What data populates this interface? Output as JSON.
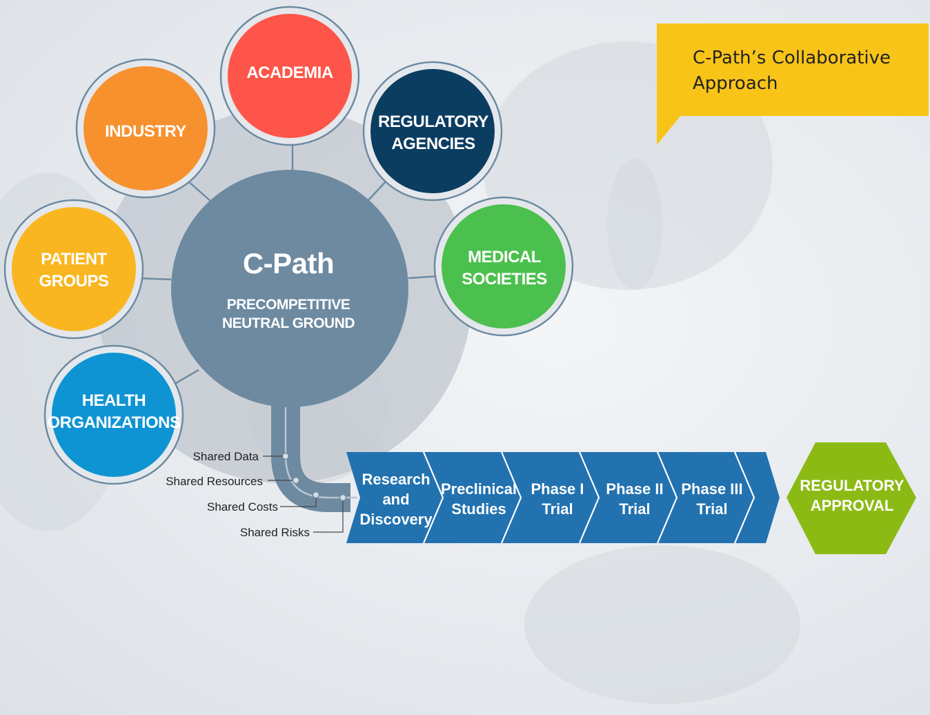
{
  "callout": {
    "line1": "C-Path’s Collaborative",
    "line2": "Approach",
    "color": "#f9c418"
  },
  "hub": {
    "title": "C-Path",
    "subtitle_line1": "PRECOMPETITIVE",
    "subtitle_line2": "NEUTRAL GROUND",
    "color": "#6d8aa1"
  },
  "stakeholders": [
    {
      "line1": "ACADEMIA",
      "line2": "",
      "color": "#fd5549"
    },
    {
      "line1": "INDUSTRY",
      "line2": "",
      "color": "#f7912e"
    },
    {
      "line1": "REGULATORY",
      "line2": "AGENCIES",
      "color": "#0b3d60"
    },
    {
      "line1": "PATIENT",
      "line2": "GROUPS",
      "color": "#f9b621"
    },
    {
      "line1": "MEDICAL",
      "line2": "SOCIETIES",
      "color": "#4cc04e"
    },
    {
      "line1": "HEALTH",
      "line2": "ORGANIZATIONS",
      "color": "#0f94d3"
    }
  ],
  "shared": [
    "Shared Data",
    "Shared Resources",
    "Shared Costs",
    "Shared Risks"
  ],
  "pipeline": [
    {
      "line1": "Research",
      "line2": "and",
      "line3": "Discovery"
    },
    {
      "line1": "Preclinical",
      "line2": "Studies",
      "line3": ""
    },
    {
      "line1": "Phase I",
      "line2": "Trial",
      "line3": ""
    },
    {
      "line1": "Phase II",
      "line2": "Trial",
      "line3": ""
    },
    {
      "line1": "Phase III",
      "line2": "Trial",
      "line3": ""
    }
  ],
  "approval": {
    "line1": "REGULATORY",
    "line2": "APPROVAL",
    "color": "#8cba15"
  },
  "pipeline_color": "#2272b0"
}
